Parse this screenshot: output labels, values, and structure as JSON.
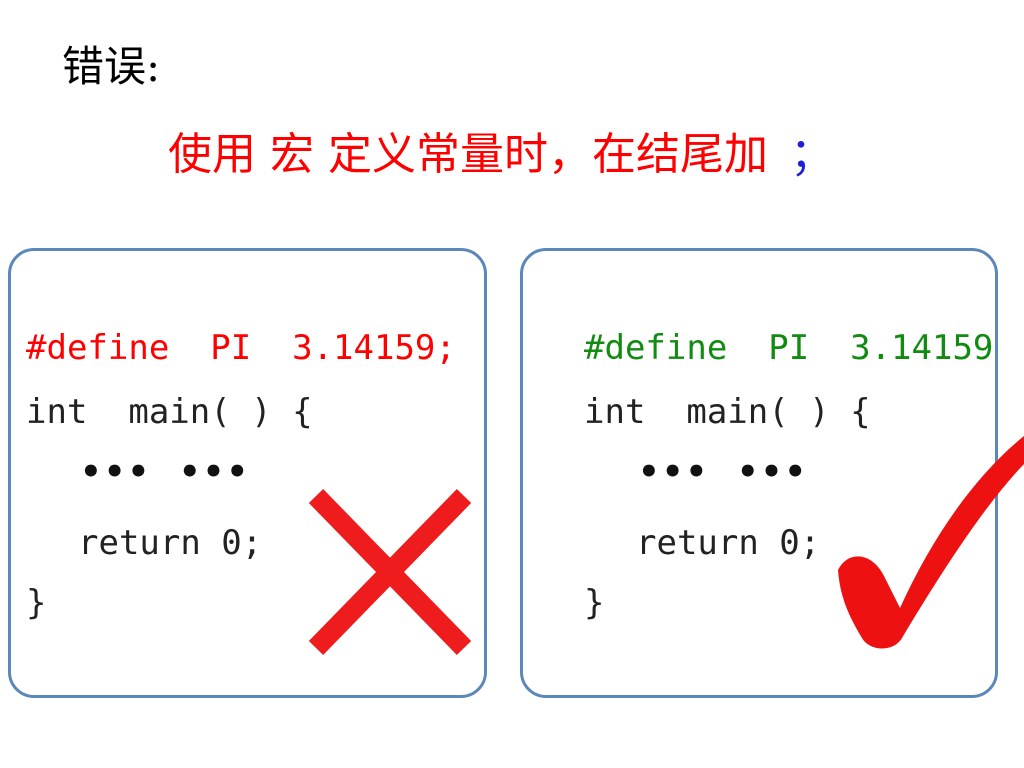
{
  "heading": "错误:",
  "subheading": {
    "text": "使用 宏 定义常量时，在结尾加",
    "semicolon": "；"
  },
  "wrong_example": {
    "define_line": "#define  PI  3.14159;",
    "main_line": "int  main( ) {",
    "ellipsis": "•••  •••",
    "return_line": "return 0;",
    "close_brace": "}",
    "mark": "cross-icon"
  },
  "right_example": {
    "define_line": "#define  PI  3.14159",
    "main_line": "int  main( ) {",
    "ellipsis": "•••  •••",
    "return_line": "return 0;",
    "close_brace": "}",
    "mark": "check-icon"
  },
  "colors": {
    "error_red": "#ff0000",
    "correct_green": "#118b11",
    "semicolon_blue": "#1f1fd6",
    "box_border": "#5b87bb"
  }
}
